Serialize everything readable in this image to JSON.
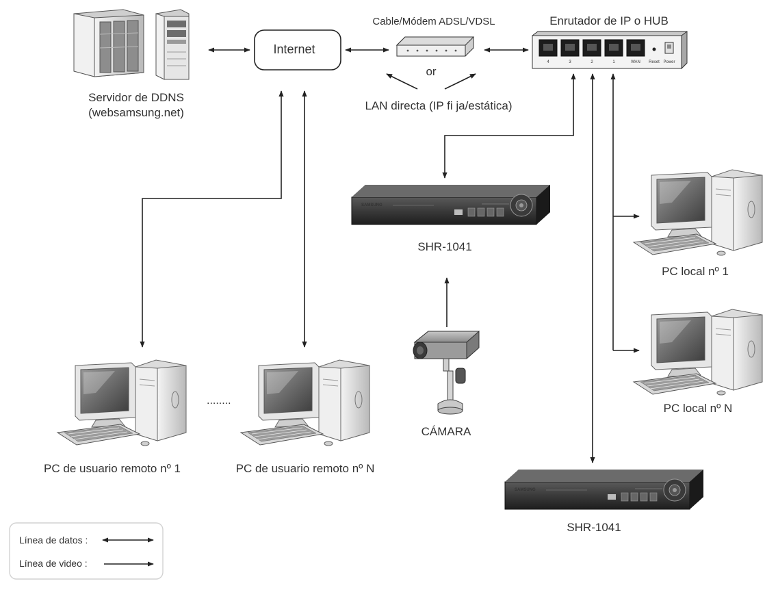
{
  "labels": {
    "ddns_server": "Servidor de DDNS",
    "ddns_url": "(websamsung.net)",
    "internet": "Internet",
    "modem": "Cable/Módem ADSL/VDSL",
    "or": "or",
    "lan_direct": "LAN directa (IP fi ja/estática)",
    "router": "Enrutador de IP o HUB",
    "dvr_top": "SHR-1041",
    "dvr_bottom": "SHR-1041",
    "camera": "CÁMARA",
    "pc_local_1": "PC local nº 1",
    "pc_local_n": "PC local nº N",
    "pc_remote_1": "PC de usuario remoto nº 1",
    "pc_remote_n": "PC de usuario remoto nº N",
    "dots": "........"
  },
  "router_ports": [
    "4",
    "3",
    "2",
    "1",
    "WAN"
  ],
  "router_buttons": [
    "Reset",
    "Power"
  ],
  "dvr_brand": "SAMSUNG",
  "legend": {
    "data_line": "Línea de datos :",
    "video_line": "Línea de video :"
  }
}
